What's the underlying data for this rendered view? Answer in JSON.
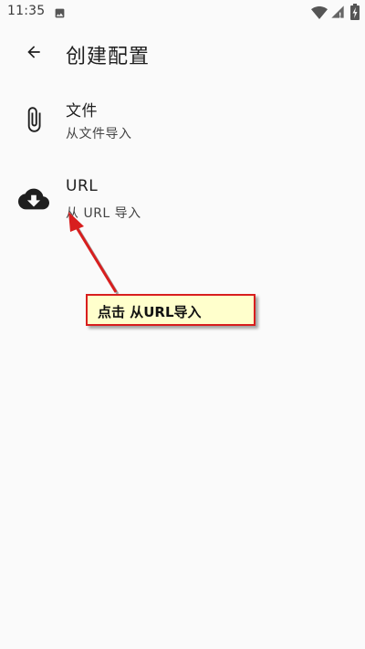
{
  "status_bar": {
    "time": "11:35",
    "icons": [
      "image-icon",
      "wifi-icon",
      "signal-icon",
      "battery-icon"
    ]
  },
  "app_bar": {
    "back_icon": "arrow-back-icon",
    "title": "创建配置"
  },
  "options": [
    {
      "icon": "paperclip-icon",
      "title": "文件",
      "subtitle": "从文件导入"
    },
    {
      "icon": "cloud-download-icon",
      "title": "URL",
      "subtitle": "从 URL 导入"
    }
  ],
  "annotation": {
    "text": "点击 从URL导入",
    "color": "#d81e1e",
    "background": "#ffffcc"
  },
  "colors": {
    "background": "#fafafa",
    "text": "#1f1f1f",
    "subtext": "#444444"
  }
}
